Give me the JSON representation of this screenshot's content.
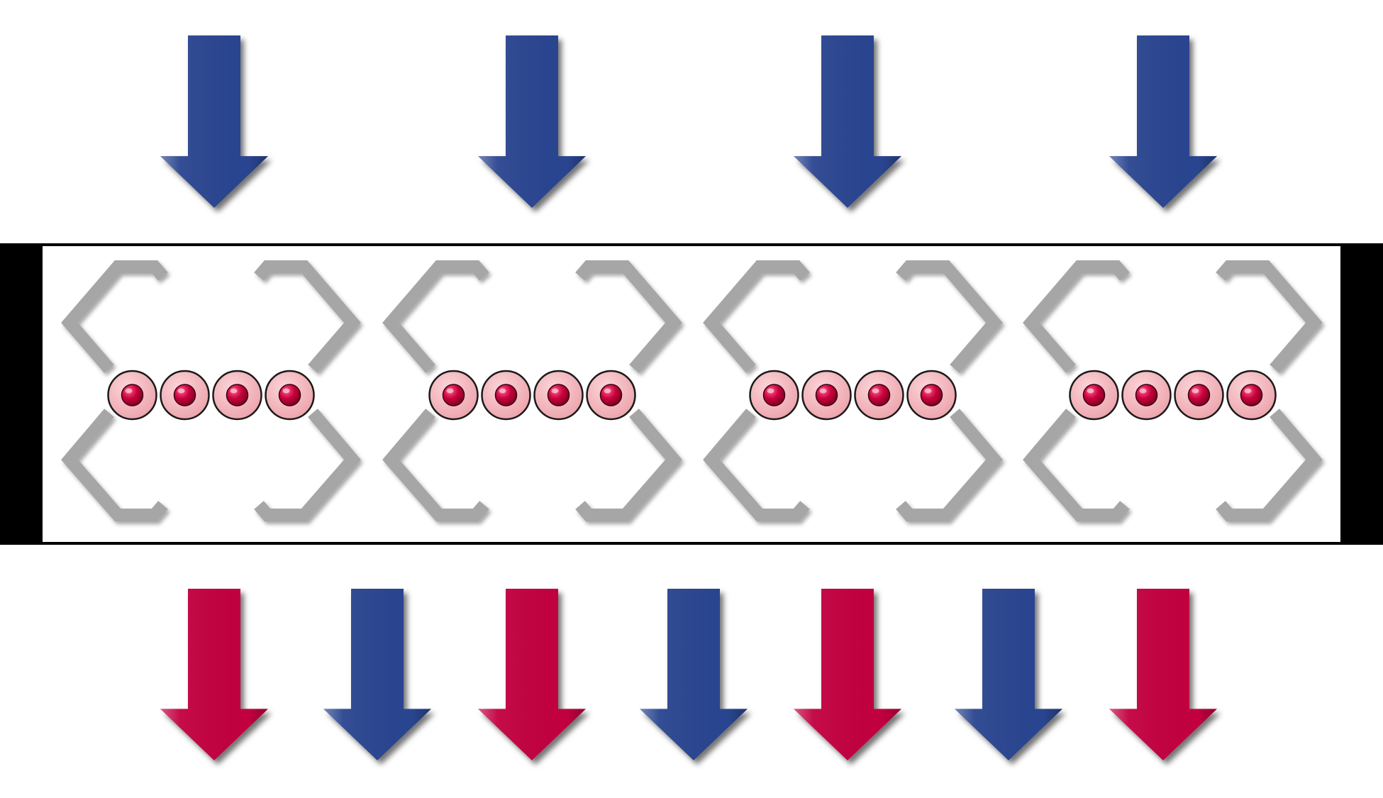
{
  "diagram": {
    "colors": {
      "incoming_arrow": "#2a4590",
      "outgoing_arrow_red": "#c2003f",
      "outgoing_arrow_blue": "#2a4590",
      "bracket": "#a6a6a6",
      "bead_outer": "#f2b2b8",
      "bead_inner": "#c8003c",
      "frame": "#000000",
      "band_fill": "#ffffff"
    },
    "incoming_arrows": [
      {
        "color": "blue"
      },
      {
        "color": "blue"
      },
      {
        "color": "blue"
      },
      {
        "color": "blue"
      }
    ],
    "outgoing_arrows": [
      {
        "color": "red"
      },
      {
        "color": "blue"
      },
      {
        "color": "red"
      },
      {
        "color": "blue"
      },
      {
        "color": "red"
      },
      {
        "color": "blue"
      },
      {
        "color": "red"
      }
    ],
    "units": [
      {
        "beads": 4
      },
      {
        "beads": 4
      },
      {
        "beads": 4
      },
      {
        "beads": 4
      }
    ]
  }
}
